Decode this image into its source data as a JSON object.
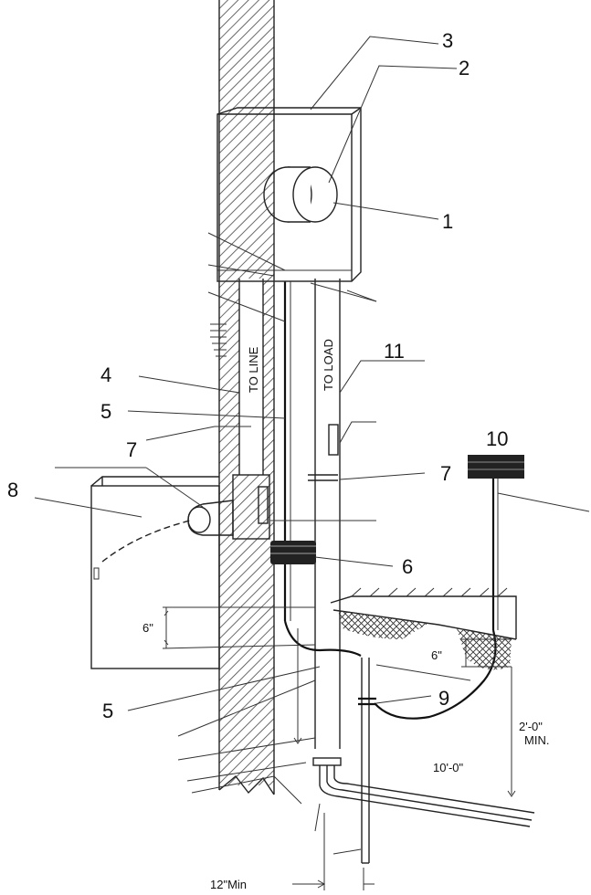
{
  "callouts": {
    "c1": "1",
    "c2": "2",
    "c3": "3",
    "c4": "4",
    "c5a": "5",
    "c5b": "5",
    "c6": "6",
    "c7a": "7",
    "c7b": "7",
    "c8": "8",
    "c9": "9",
    "c10": "10",
    "c11": "11"
  },
  "labels": {
    "to_line": "TO LINE",
    "to_load": "TO LOAD"
  },
  "dimensions": {
    "six_in_a": "6\"",
    "six_in_b": "6\"",
    "two_ft_min_a": "2'-0\"",
    "two_ft_min_b": "MIN.",
    "ten_ft": "10'-0\"",
    "twelve_in_min": "12\"Min"
  }
}
